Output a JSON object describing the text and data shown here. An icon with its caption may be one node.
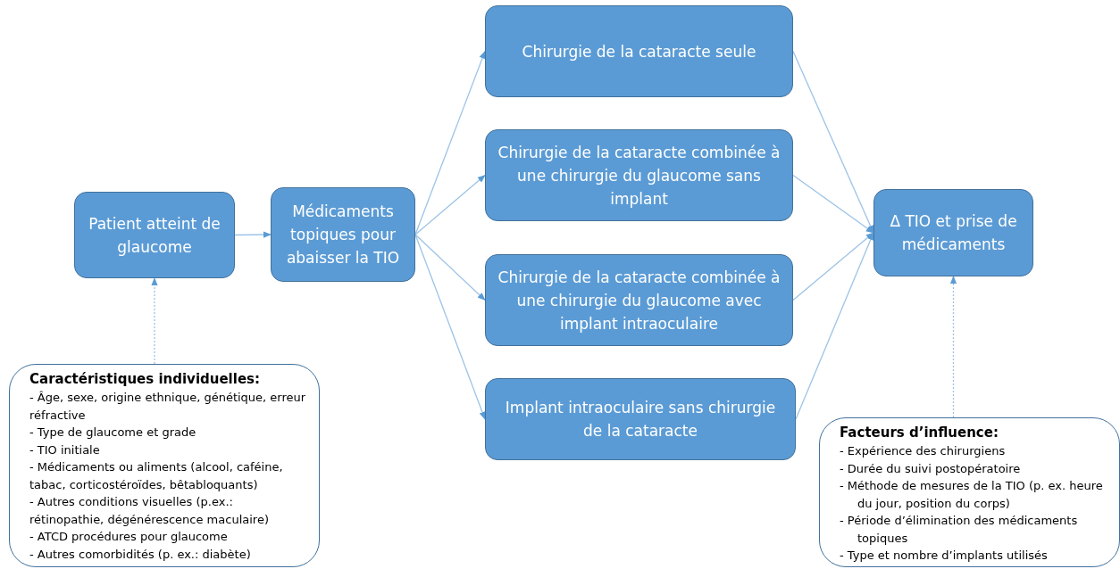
{
  "diagram": {
    "nodes": [
      {
        "text": [
          "Patient atteint de glaucome"
        ]
      },
      {
        "text": [
          "Médicaments topiques pour abaisser la TIO"
        ]
      },
      {
        "text": [
          "Chirurgie de la cataracte seule"
        ]
      },
      {
        "text": [
          "Chirurgie de la cataracte combinée à une chirurgie du glaucome sans implant"
        ]
      },
      {
        "text": [
          "Chirurgie de la cataracte combinée à une chirurgie du glaucome avec implant intraoculaire"
        ]
      },
      {
        "text": [
          "Implant intraoculaire sans chirurgie de la cataracte"
        ]
      },
      {
        "text": [
          "Δ TIO et prise de médicaments"
        ]
      },
      {
        "text": [
          "Caractéristiques individuelles:",
          "- Âge, sexe, origine ethnique, génétique, erreur réfractive",
          "- Type de glaucome et grade",
          "- TIO initiale",
          "- Médicaments ou aliments (alcool, caféine, tabac, corticostéroïdes, bêtabloquants)",
          "- Autres conditions visuelles (p.ex.: rétinopathie, dégénérescence maculaire)",
          "- ATCD procédures pour glaucome",
          "- Autres comorbidités (p. ex.: diabète)"
        ]
      },
      {
        "text": [
          "Facteurs d’influence:",
          "- Expérience des chirurgiens",
          "- Durée du suivi postopératoire",
          "- Méthode de mesures de la TIO (p. ex. heure du jour, position du corps)",
          "- Période d’élimination des médicaments topiques",
          "- Type et nombre d’implants utilisés"
        ]
      }
    ],
    "edges": [
      {
        "from": 0,
        "to": 1,
        "arrow": "to"
      },
      {
        "from": 1,
        "to": 2,
        "arrow": "to"
      },
      {
        "from": 1,
        "to": 3,
        "arrow": "to"
      },
      {
        "from": 1,
        "to": 4,
        "arrow": "to"
      },
      {
        "from": 1,
        "to": 5,
        "arrow": "to"
      },
      {
        "from": 2,
        "to": 6,
        "arrow": "to"
      },
      {
        "from": 3,
        "to": 6,
        "arrow": "to"
      },
      {
        "from": 4,
        "to": 6,
        "arrow": "to"
      },
      {
        "from": 5,
        "to": 6,
        "arrow": "to"
      },
      {
        "from": 7,
        "to": 0,
        "arrow": "to",
        "style": "dashed"
      },
      {
        "from": 8,
        "to": 6,
        "arrow": "to",
        "style": "dashed"
      }
    ]
  }
}
